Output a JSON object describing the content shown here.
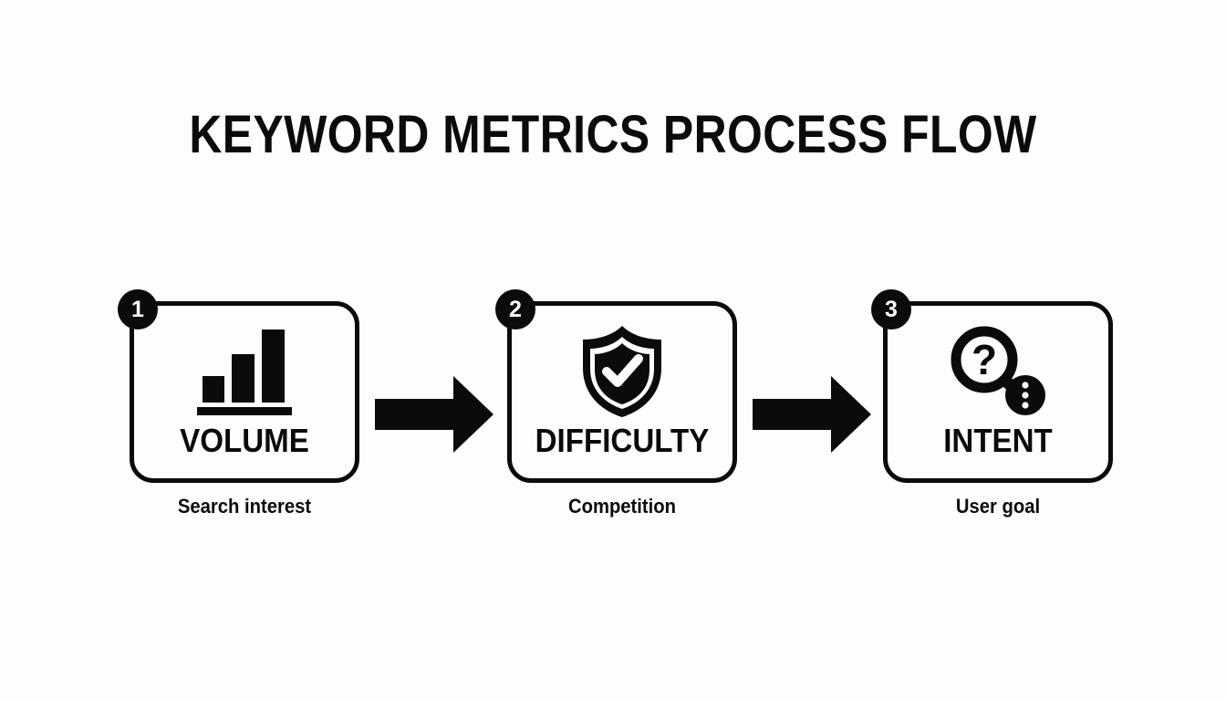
{
  "title": "KEYWORD METRICS PROCESS FLOW",
  "background_color": "#fdfdfd",
  "ink_color": "#0b0b0b",
  "flow": {
    "steps": [
      {
        "number": "1",
        "label": "VOLUME",
        "caption": "Search interest",
        "icon": "bar-chart-icon"
      },
      {
        "number": "2",
        "label": "DIFFICULTY",
        "caption": "Competition",
        "icon": "shield-check-icon"
      },
      {
        "number": "3",
        "label": "INTENT",
        "caption": "User goal",
        "icon": "magnifier-question-icon"
      }
    ],
    "connectors": [
      {
        "name": "arrow-right-icon"
      },
      {
        "name": "arrow-right-icon"
      }
    ]
  }
}
